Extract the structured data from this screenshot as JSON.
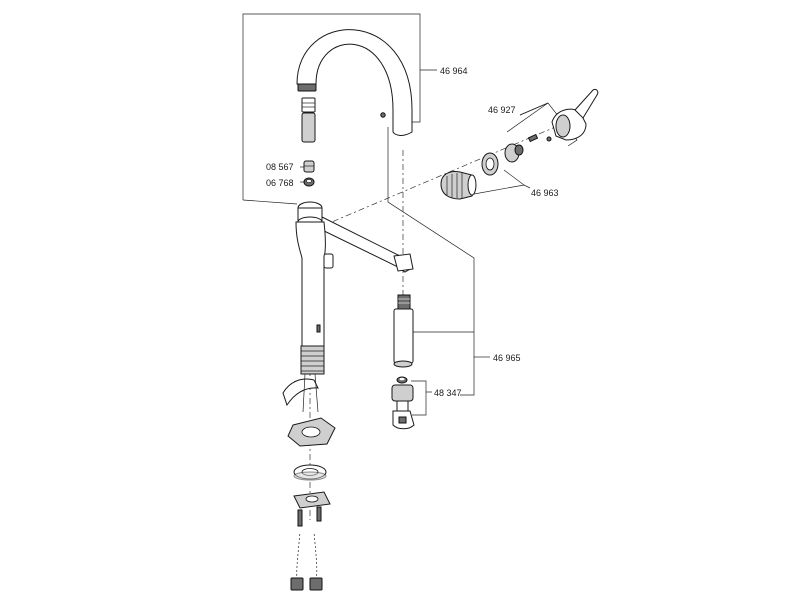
{
  "diagram": {
    "part_numbers": {
      "spout": "46 964",
      "lever": "46 927",
      "cartridge": "46 963",
      "pull_out": "46 965",
      "spray_head": "48 347",
      "ring_a": "08 567",
      "ring_b": "06 768"
    },
    "colors": {
      "line": "#1a1a1a",
      "shade": "#cfcfcf",
      "dark": "#6d6d6d"
    }
  }
}
